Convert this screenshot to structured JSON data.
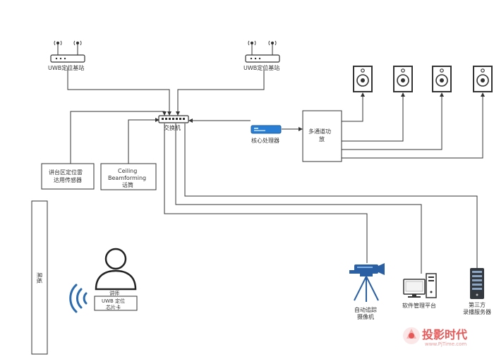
{
  "nodes": {
    "uwb_base_left": "UWB定位基站",
    "uwb_base_right": "UWB定位基站",
    "switch": "交换机",
    "core_processor": "核心处理器",
    "amplifier_line1": "多通道功",
    "amplifier_line2": "放",
    "podium_sensor_line1": "讲台区定位雷",
    "podium_sensor_line2": "达用传感器",
    "ceiling_line1": "Ceiling",
    "ceiling_line2": "Beamforming",
    "ceiling_line3": "话筒",
    "blackboard": "黑板",
    "lecturer": "讲师",
    "uwb_tag_line1": "UWB 定位",
    "uwb_tag_line2": "芯片卡",
    "ptz_camera_line1": "自动追踪",
    "ptz_camera_line2": "摄像机",
    "software_platform": "软件管理平台",
    "recording_server_line1": "第三方",
    "recording_server_line2": "录播服务器"
  },
  "watermark": {
    "brand": "投影时代",
    "url": "www.PjTime.com"
  },
  "colors": {
    "line": "#333333",
    "device_blue": "#2a7fd4",
    "camera_blue": "#2b5fa3",
    "wifi_blue": "#2b6cb0",
    "watermark_red": "#e23b3b"
  }
}
